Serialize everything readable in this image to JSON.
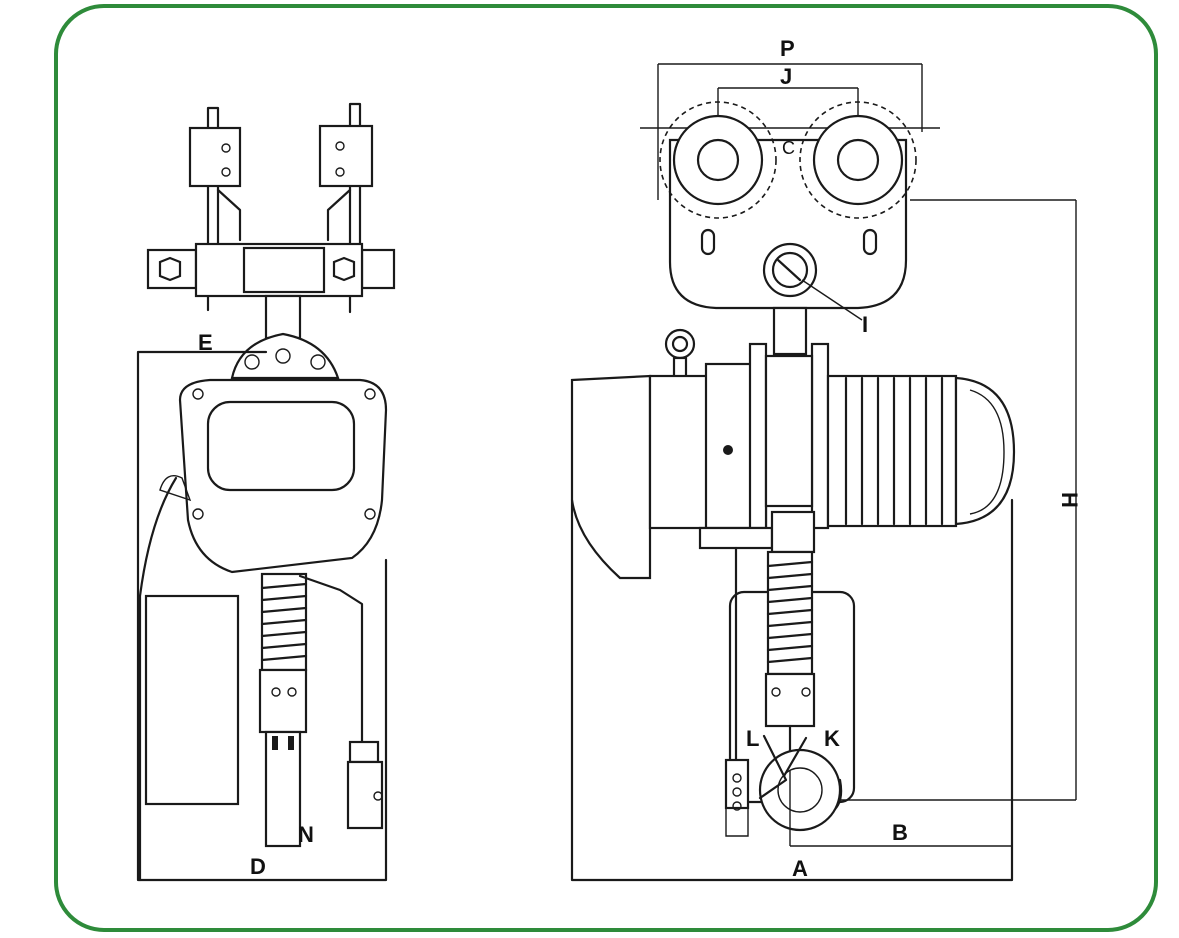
{
  "frame_color": "#2e8b3a",
  "labels": {
    "P": "P",
    "J": "J",
    "C": "C",
    "I": "I",
    "H": "H",
    "E": "E",
    "D": "D",
    "N": "N",
    "L": "L",
    "K": "K",
    "B": "B",
    "A": "A"
  }
}
